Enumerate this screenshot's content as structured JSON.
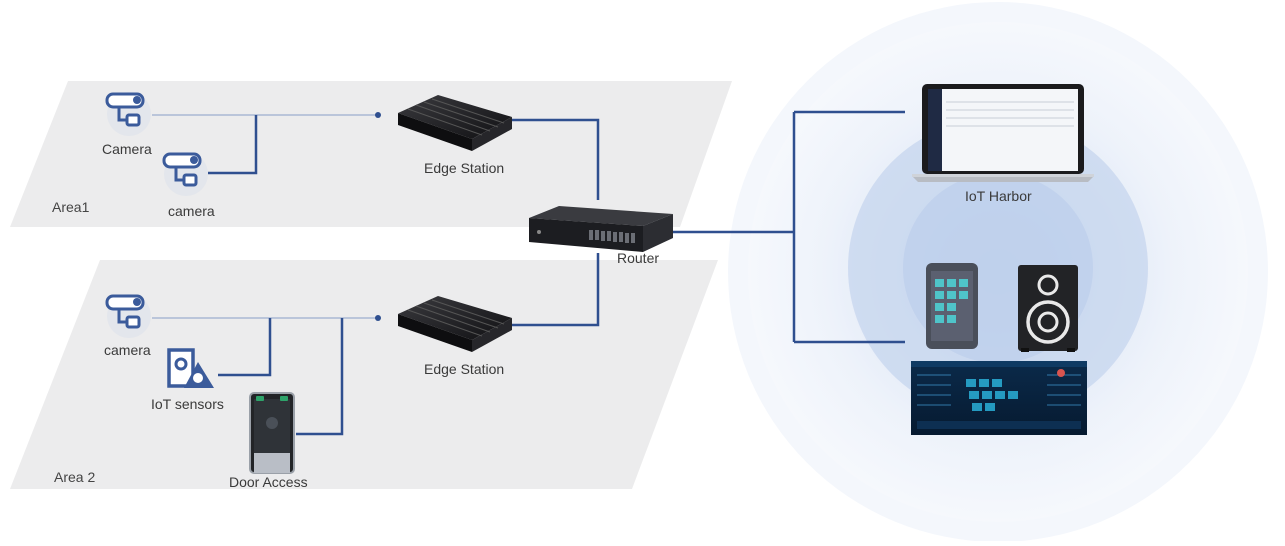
{
  "areas": [
    {
      "label": "Area1"
    },
    {
      "label": "Area 2"
    }
  ],
  "devices": {
    "camera_1": "Camera",
    "camera_2": "camera",
    "camera_3": "camera",
    "iot_sensors": "IoT sensors",
    "door_access": "Door Access",
    "edge_station_1": "Edge Station",
    "edge_station_2": "Edge Station",
    "router": "Router",
    "iot_harbor": "IoT Harbor"
  },
  "colors": {
    "link": "#2f4f8f",
    "thin_link": "#8aa0c6",
    "area_fill": "#ededee",
    "glow": "#c7d6ee",
    "device_dark": "#1e1e22",
    "icon_blue": "#3b5b9b"
  }
}
